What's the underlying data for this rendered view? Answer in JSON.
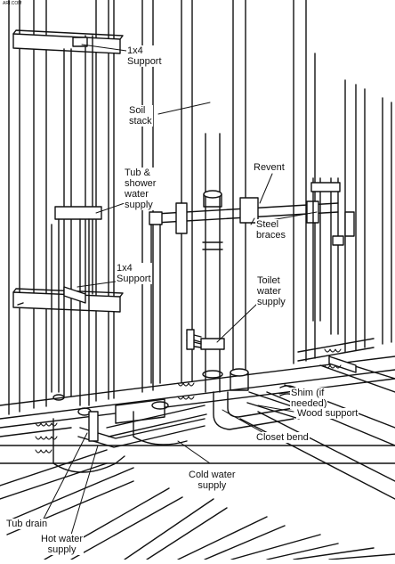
{
  "watermark": "ARI.COM",
  "labels": {
    "support_top": "1x4\nSupport",
    "soil_stack": "Soil\nstack",
    "revent": "Revent",
    "tub_shower_supply": "Tub &\nshower\nwater\nsupply",
    "steel_braces": "Steel\nbraces",
    "support_mid": "1x4\nSupport",
    "toilet_supply": "Toilet\nwater\nsupply",
    "shim": "Shim (if\nneeded)",
    "wood_support": "Wood support",
    "closet_bend": "Closet bend",
    "tub_drain": "Tub drain",
    "cold_water_supply": "Cold water\nsupply",
    "hot_water_supply": "Hot water\nsupply"
  }
}
